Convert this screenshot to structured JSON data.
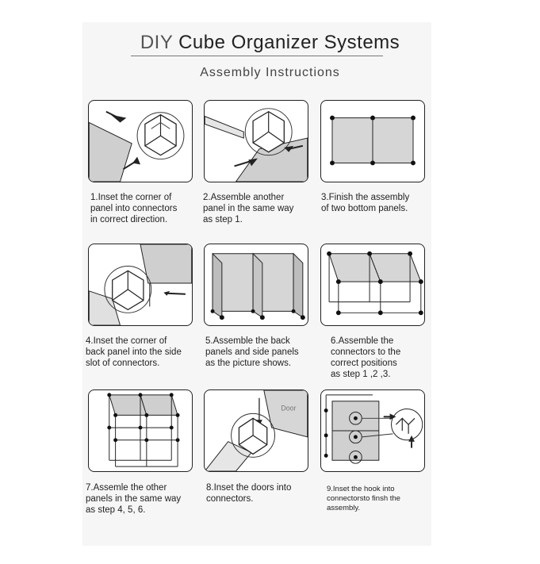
{
  "header": {
    "title_prefix": "DIY",
    "title_main": "Cube Organizer Systems",
    "subtitle": "Assembly Instructions"
  },
  "steps": [
    {
      "caption": "1.Inset the corner of\npanel into connectors\nin correct direction."
    },
    {
      "caption": "2.Assemble another\npanel in the same way\nas step 1."
    },
    {
      "caption": "3.Finish the assembly\nof two bottom panels."
    },
    {
      "caption": "4.Inset the corner of\nback panel into the side\nslot of connectors."
    },
    {
      "caption": "5.Assemble the back\npanels and side panels\nas the picture shows."
    },
    {
      "caption": "6.Assemble the\nconnectors to the\ncorrect positions\nas step 1 ,2 ,3."
    },
    {
      "caption": "7.Assemle the other\npanels in the same way\nas step 4, 5, 6."
    },
    {
      "caption": "8.Inset the doors into\nconnectors.",
      "label": "Door"
    },
    {
      "caption": "9.Inset the hook  into\nconnectorsto finsh the\nassembly."
    }
  ]
}
